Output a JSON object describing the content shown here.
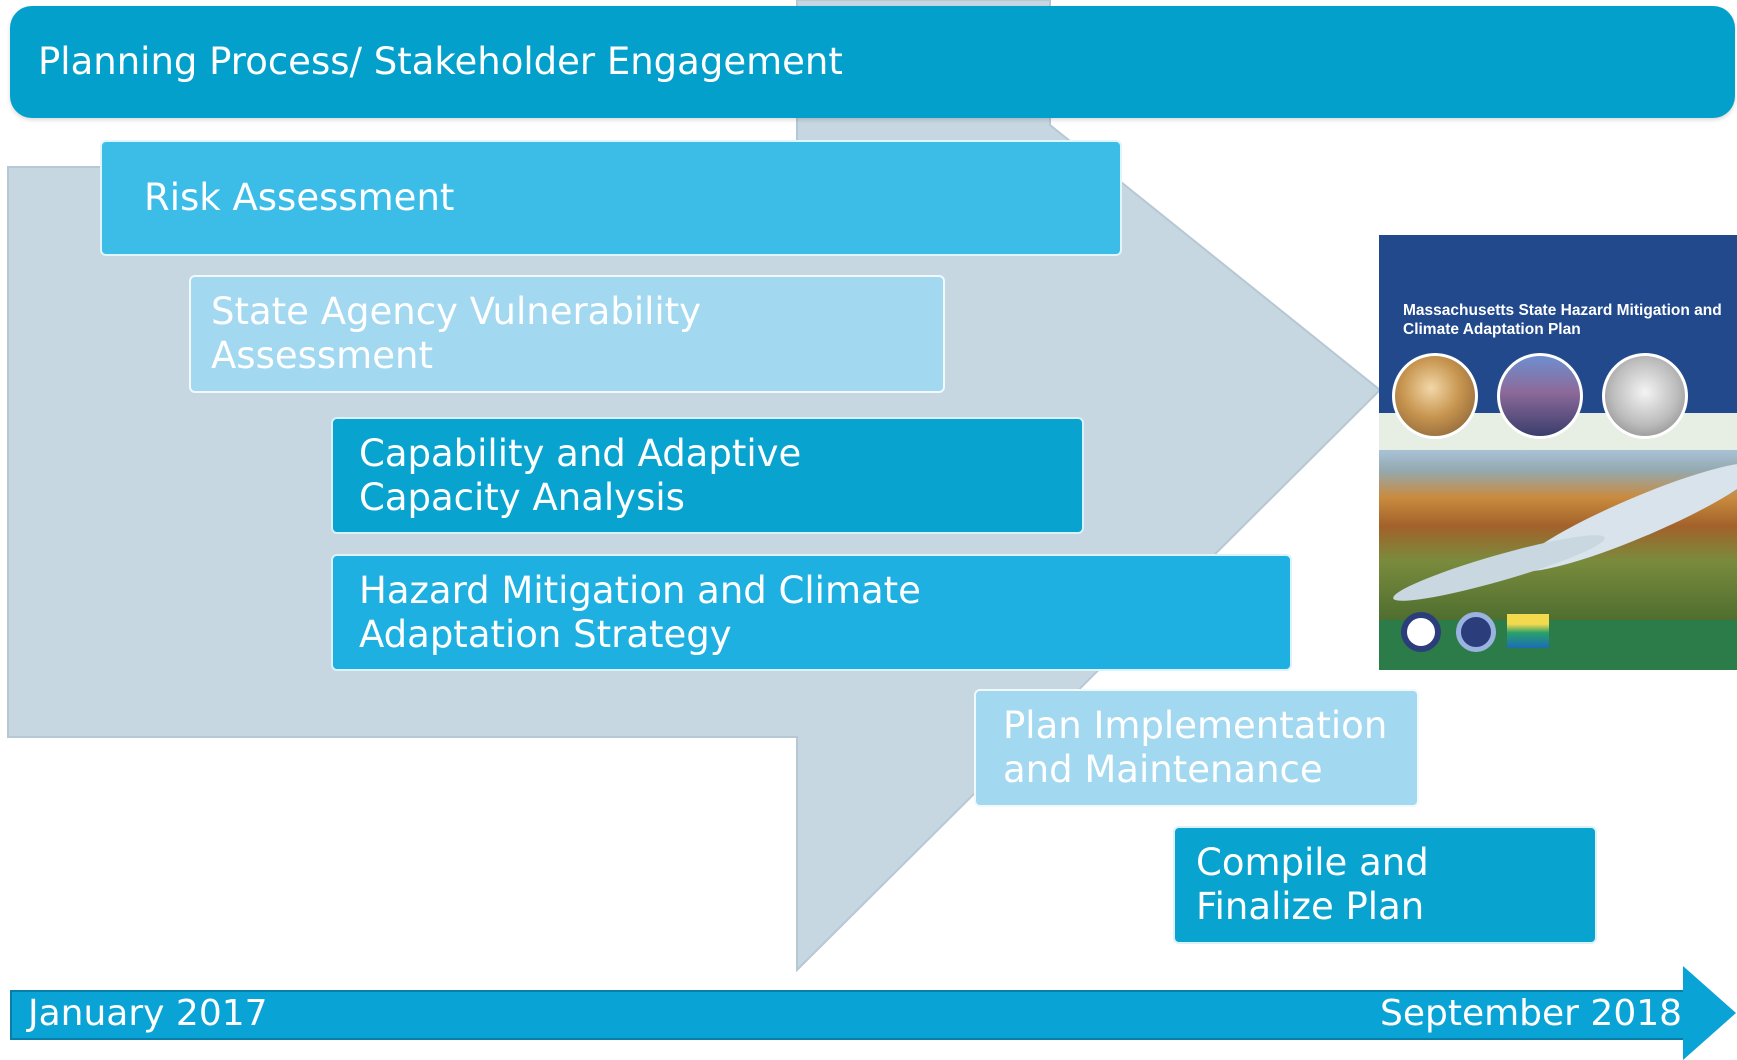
{
  "stages": {
    "planning": "Planning Process/ Stakeholder Engagement",
    "risk": "Risk Assessment",
    "vulnerability": "State Agency Vulnerability\nAssessment",
    "capability": "Capability and Adaptive\nCapacity Analysis",
    "strategy": "Hazard Mitigation and Climate\nAdaptation Strategy",
    "implementation": "Plan Implementation\nand Maintenance",
    "compile": "Compile and\nFinalize Plan"
  },
  "timeline": {
    "start": "January 2017",
    "end": "September 2018"
  },
  "cover": {
    "title": "Massachusetts State Hazard Mitigation and Climate Adaptation Plan"
  },
  "colors": {
    "primary_blue": "#04a0cc",
    "light_blue": "#a3d8f1",
    "arrow_gray": "#c8d8e2"
  }
}
